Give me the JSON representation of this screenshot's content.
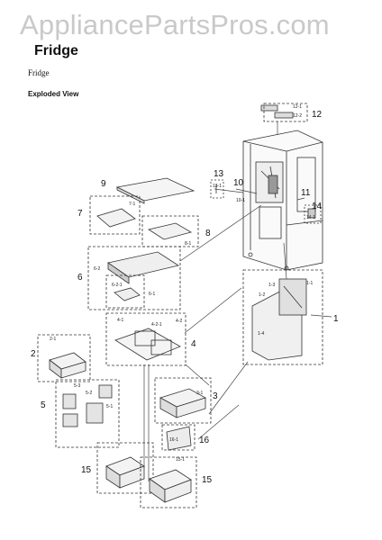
{
  "header": {
    "watermark": "AppliancePartsPros.com",
    "title": "Fridge",
    "subtitle": "Fridge",
    "section": "Exploded View"
  },
  "callouts": [
    "1",
    "2",
    "3",
    "4",
    "5",
    "6",
    "7",
    "8",
    "9",
    "10",
    "11",
    "12",
    "13",
    "14",
    "15",
    "15",
    "16"
  ],
  "sublabels": [
    "1-1",
    "1-2",
    "1-3",
    "1-4",
    "2-1",
    "3-1",
    "4-1",
    "4-2",
    "4-2-1",
    "5-1",
    "5-2",
    "5-3",
    "6-1",
    "6-2",
    "6-2-1",
    "7-1",
    "8-1",
    "10-1",
    "12-1",
    "12-2",
    "13-1",
    "14-1",
    "15-1",
    "16-1"
  ]
}
